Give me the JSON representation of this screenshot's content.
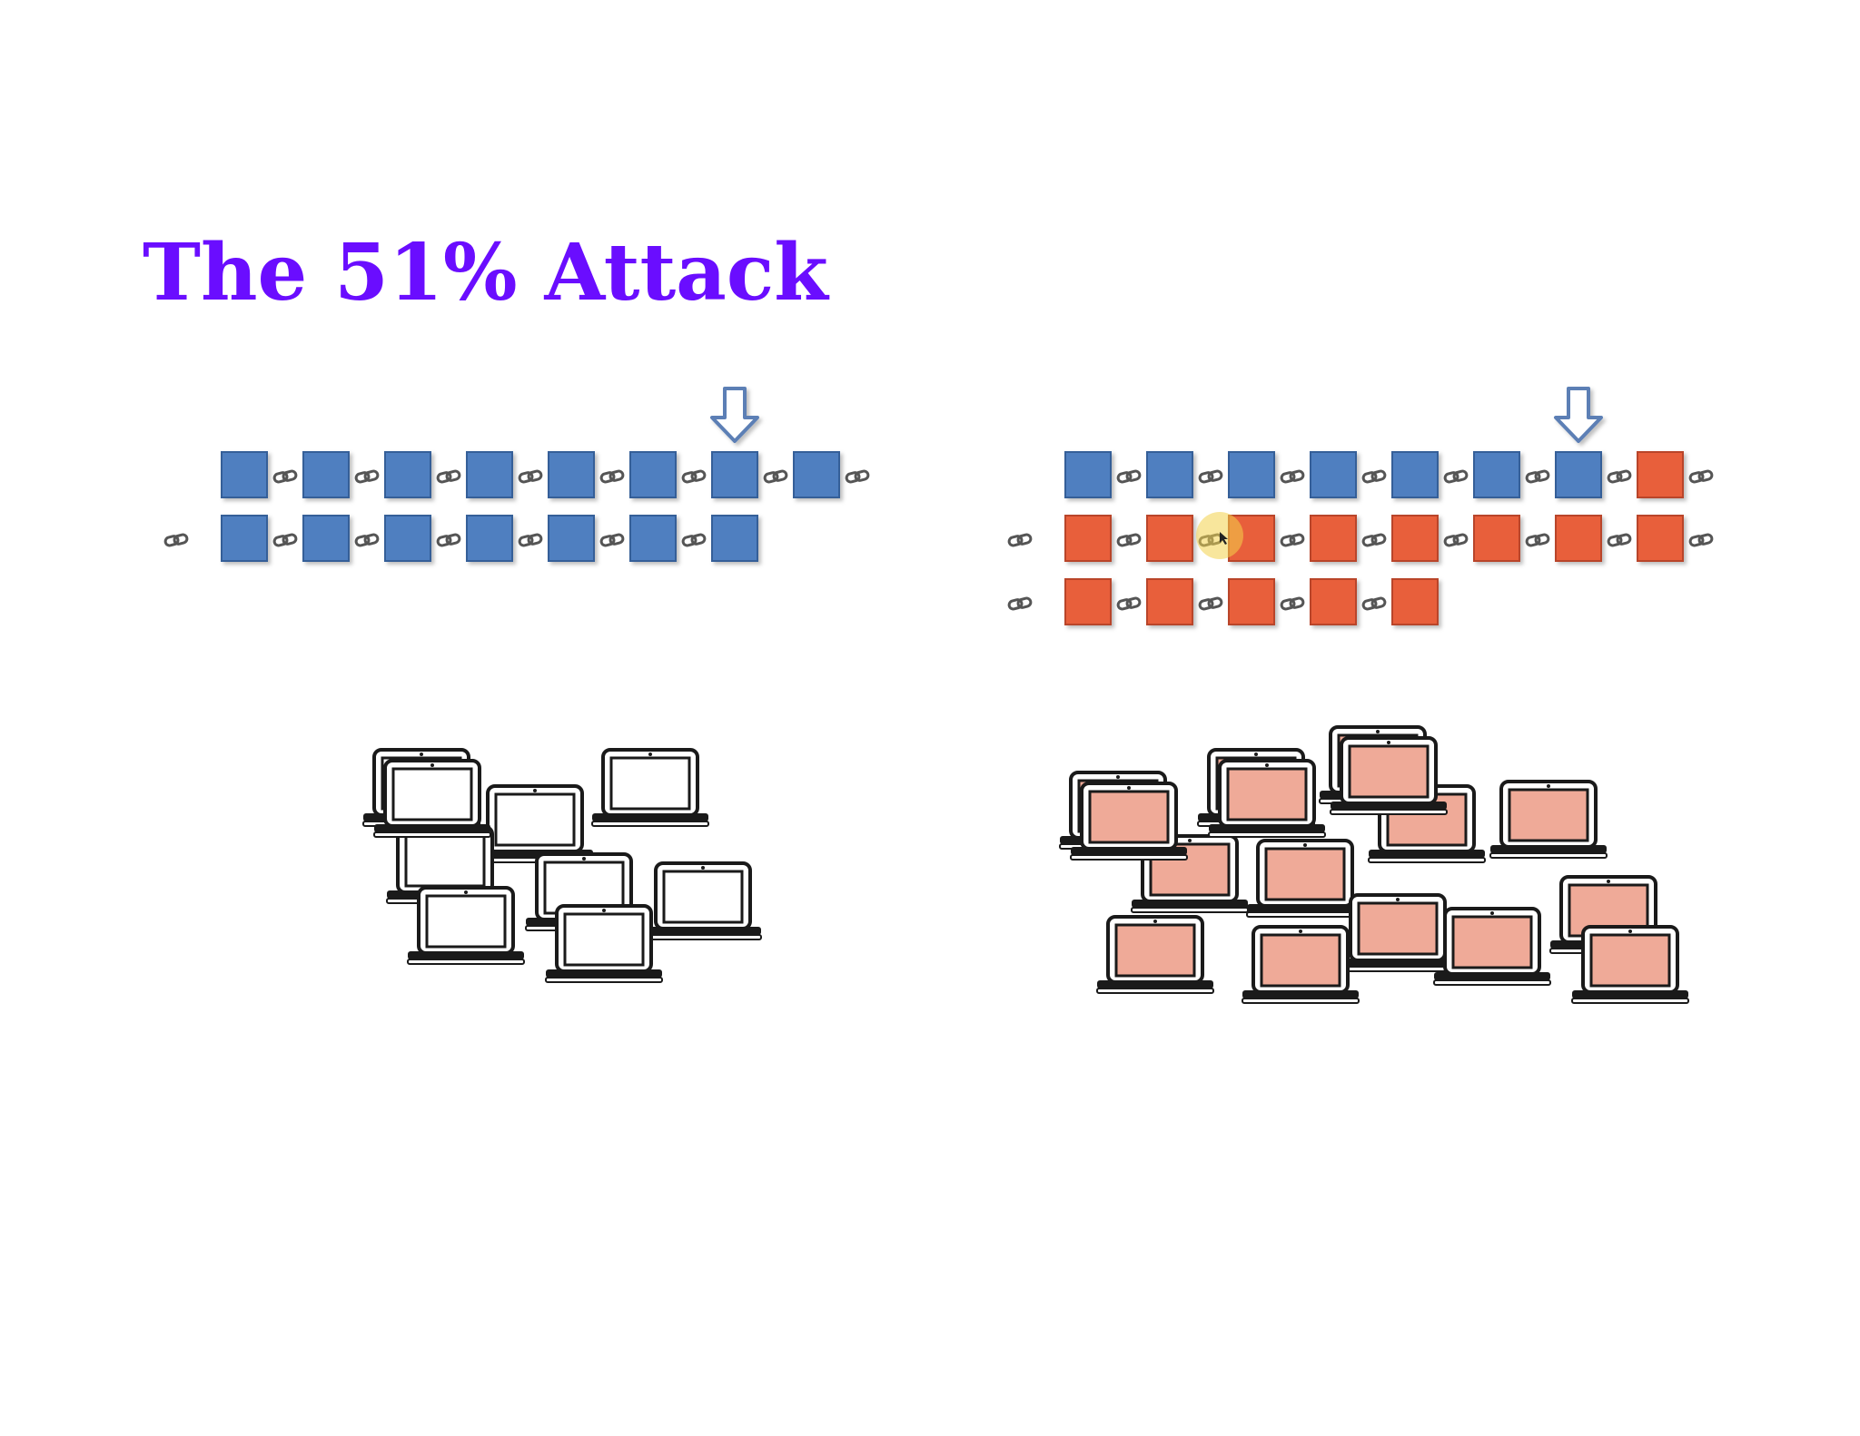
{
  "slide": {
    "title": "The 51% Attack"
  },
  "colors": {
    "title": "#6a0dff",
    "honest_block": "#4f7fc0",
    "honest_block_border": "#355f98",
    "attacker_block": "#e85e3a",
    "attacker_block_border": "#b9442a",
    "honest_laptop_fill": "#ffffff",
    "attacker_laptop_fill": "#efaa98",
    "laptop_outline": "#1a1a1a",
    "chain_link": "#555555",
    "arrow_outline": "#5b7fb5",
    "cursor_highlight": "#f3d24a"
  },
  "icons": {
    "block": "square-block-icon",
    "link": "chain-link-icon",
    "marker": "down-arrow-icon",
    "node": "laptop-icon"
  },
  "left_panel": {
    "chain_rows": [
      {
        "leading_link": false,
        "blocks": [
          "honest",
          "honest",
          "honest",
          "honest",
          "honest",
          "honest",
          "honest",
          "honest"
        ],
        "trailing_link": true
      },
      {
        "leading_link": true,
        "blocks": [
          "honest",
          "honest",
          "honest",
          "honest",
          "honest",
          "honest",
          "honest"
        ],
        "trailing_link": false
      }
    ],
    "marker_block_index": 6,
    "laptop_count": 9,
    "laptop_fill": "honest"
  },
  "right_panel": {
    "chain_rows": [
      {
        "leading_link": false,
        "blocks": [
          "honest",
          "honest",
          "honest",
          "honest",
          "honest",
          "honest",
          "honest",
          "attacker"
        ],
        "trailing_link": true
      },
      {
        "leading_link": true,
        "blocks": [
          "attacker",
          "attacker",
          "attacker",
          "attacker",
          "attacker",
          "attacker",
          "attacker",
          "attacker"
        ],
        "trailing_link": true
      },
      {
        "leading_link": true,
        "blocks": [
          "attacker",
          "attacker",
          "attacker",
          "attacker",
          "attacker"
        ],
        "trailing_link": false
      }
    ],
    "marker_block_index": 6,
    "laptop_count": 16,
    "laptop_fill": "attacker"
  }
}
